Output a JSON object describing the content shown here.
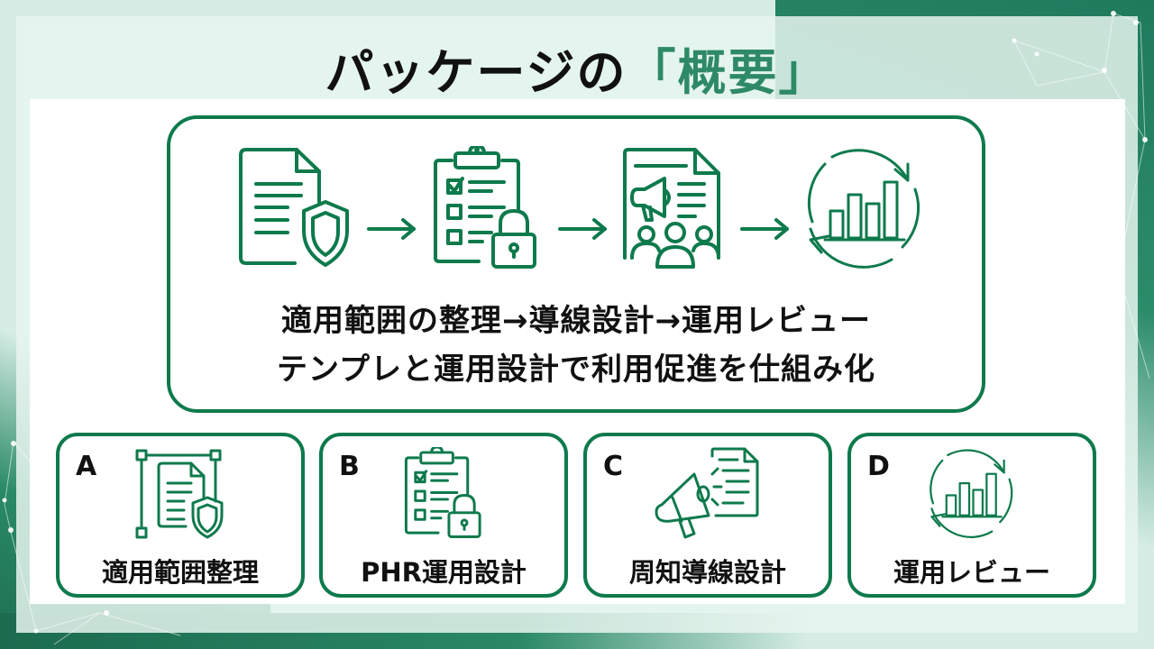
{
  "title": {
    "prefix": "パッケージの",
    "accent": "「概要」"
  },
  "colors": {
    "accent_green": "#0e7a4c",
    "title_accent": "#2e8a66",
    "text": "#111111"
  },
  "flow": {
    "steps": [
      {
        "icon": "document-shield-icon"
      },
      {
        "icon": "checklist-lock-icon"
      },
      {
        "icon": "document-megaphone-people-icon"
      },
      {
        "icon": "chart-cycle-icon"
      }
    ],
    "arrow_icon": "right-arrow-icon",
    "line1": "適用範囲の整理→導線設計→運用レビュー",
    "line2": "テンプレと運用設計で利用促進を仕組み化"
  },
  "cards": [
    {
      "letter": "A",
      "label": "適用範囲整理",
      "icon": "document-shield-scope-icon"
    },
    {
      "letter": "B",
      "label": "PHR運用設計",
      "icon": "checklist-lock-icon"
    },
    {
      "letter": "C",
      "label": "周知導線設計",
      "icon": "megaphone-document-icon"
    },
    {
      "letter": "D",
      "label": "運用レビュー",
      "icon": "chart-cycle-icon"
    }
  ]
}
